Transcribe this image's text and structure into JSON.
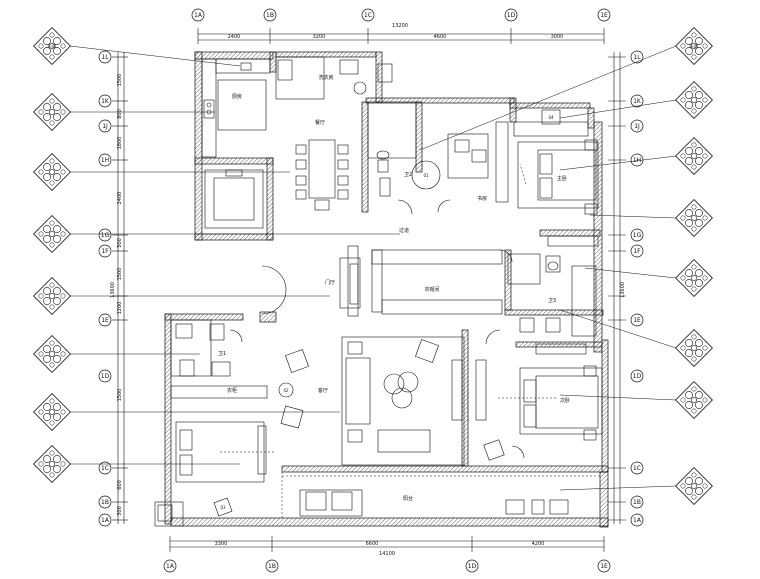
{
  "columns": [
    {
      "id": "top-1",
      "label": "1A"
    },
    {
      "id": "top-2",
      "label": "1B"
    },
    {
      "id": "top-3",
      "label": "1C"
    },
    {
      "id": "top-4",
      "label": "1D"
    },
    {
      "id": "top-5",
      "label": "1E"
    },
    {
      "id": "bot-1",
      "label": "1A"
    },
    {
      "id": "bot-2",
      "label": "1B"
    },
    {
      "id": "bot-3",
      "label": "1D"
    },
    {
      "id": "bot-4",
      "label": "1E"
    }
  ],
  "rows_left": [
    "1L",
    "1K",
    "1J",
    "1H",
    "1G",
    "1F",
    "1E",
    "1D",
    "1C",
    "1B",
    "1A"
  ],
  "rows_right": [
    "1L",
    "1K",
    "1J",
    "1H",
    "1G",
    "1F",
    "1E",
    "1D",
    "1C",
    "1B",
    "1A"
  ],
  "dimensions": {
    "top_segments": [
      "2400",
      "3200",
      "4600",
      "3000"
    ],
    "top_total": "13200",
    "bottom_segments": [
      "3300",
      "6600",
      "4200"
    ],
    "bottom_total": "14100",
    "left_segments": [
      "1500",
      "800",
      "1800",
      "2400",
      "500",
      "1500",
      "1200",
      "1500",
      "600",
      "300"
    ],
    "left_total": "13600",
    "right_total": "13600"
  },
  "rooms": {
    "kitchen": "厨房",
    "dining": "餐厅",
    "laundry": "洗衣房",
    "bath2": "卫2",
    "study": "书房",
    "master": "主卧",
    "aisle": "过道",
    "hall": "门厅",
    "cloak": "衣帽间",
    "bath3": "卫3",
    "bath1": "卫1",
    "closet": "衣柜",
    "living": "客厅",
    "bedroom2": "次卧",
    "balcony": "阳台"
  },
  "index_tags": {
    "q1": "01",
    "q2": "02",
    "q3": "03",
    "q4": "04",
    "ref": "E-01"
  }
}
